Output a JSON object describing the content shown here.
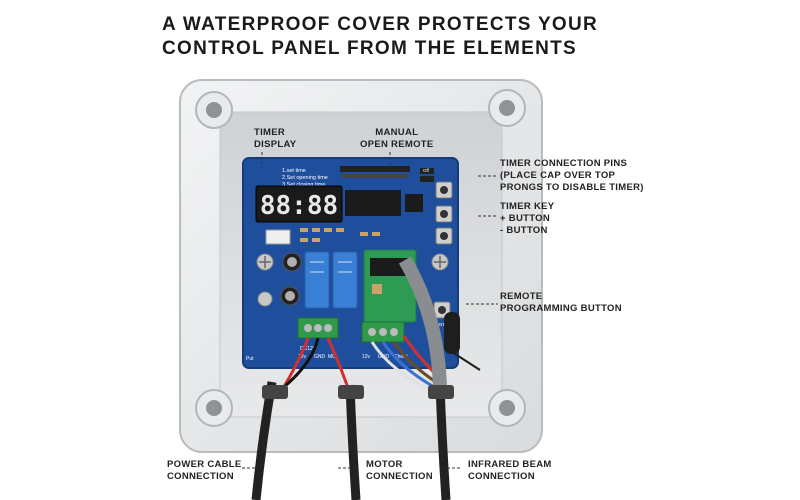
{
  "headline": {
    "line1": "A WATERPROOF COVER PROTECTS YOUR",
    "line2": "CONTROL PANEL FROM THE ELEMENTS"
  },
  "labels": {
    "timer_display": [
      "TIMER",
      "DISPLAY"
    ],
    "manual_remote": [
      "MANUAL",
      "OPEN REMOTE"
    ],
    "timer_pins": [
      "TIMER CONNECTION PINS",
      "(PLACE CAP OVER TOP",
      "PRONGS TO DISABLE TIMER)"
    ],
    "timer_key": [
      "TIMER KEY",
      "+ BUTTON",
      "- BUTTON"
    ],
    "remote_prog": [
      "REMOTE",
      "PROGRAMMING BUTTON"
    ],
    "power_cable": [
      "POWER CABLE",
      "CONNECTION"
    ],
    "motor": [
      "MOTOR",
      "CONNECTION"
    ],
    "infrared": [
      "INFRARED BEAM",
      "CONNECTION"
    ]
  },
  "board": {
    "display_digits": "88:88",
    "menu_lines": [
      "1.set time",
      "2.Set opening time",
      "3.Set closing time"
    ],
    "terminal_left": [
      "DC12V",
      "12v",
      "GND",
      "MO"
    ],
    "terminal_right": [
      "12v",
      "GND",
      "Check"
    ],
    "small_marks": [
      "Put",
      "Off",
      "ANT"
    ]
  },
  "colors": {
    "pcb": "#1f4f9c",
    "enclosure": "#e4e6e8",
    "terminal": "#2f9a4a",
    "relay": "#3a7fd6"
  }
}
